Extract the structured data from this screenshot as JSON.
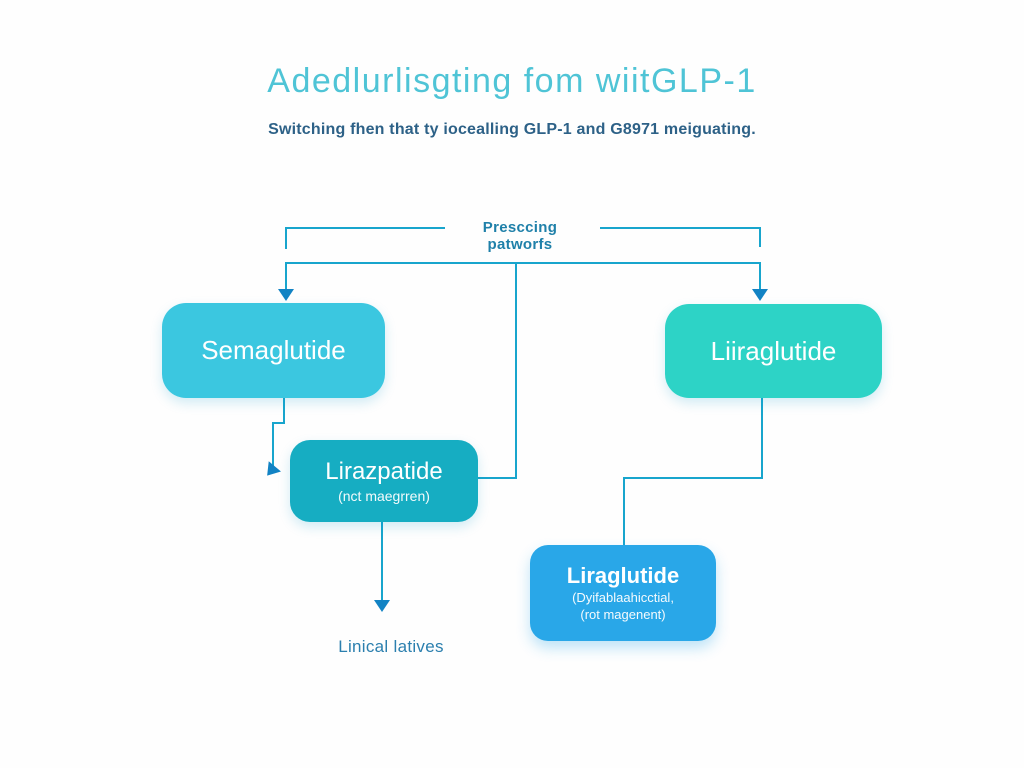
{
  "page": {
    "title": "Adedlurlisgting fom wiitGLP-1",
    "subtitle": "Switching fhen that ty iocealling GLP-1 and G8971 meiguating."
  },
  "diagram": {
    "bracket_label": "Presccing patworfs",
    "nodes": [
      {
        "id": "semaglutide",
        "label": "Semaglutide",
        "color": "#3bc7e0"
      },
      {
        "id": "liiraglutide",
        "label": "Liiraglutide",
        "color": "#2dd3c6"
      },
      {
        "id": "lirazpatide",
        "label": "Lirazpatide",
        "sublabel": "(nct maegrren)",
        "color": "#16adc2"
      },
      {
        "id": "liraglutide",
        "label": "Liraglutide",
        "sublabel1": "(Dyifablaahicctial,",
        "sublabel2": "(rot magenent)",
        "color": "#29a7e8"
      }
    ],
    "footer_label": "Linical latives",
    "colors": {
      "line": "#18a5cd",
      "arrow": "#1283c4",
      "title": "#4fc4d6",
      "subtitle": "#2d6187",
      "bracket_label": "#1f80a9",
      "footer_label": "#2b7fae"
    }
  }
}
